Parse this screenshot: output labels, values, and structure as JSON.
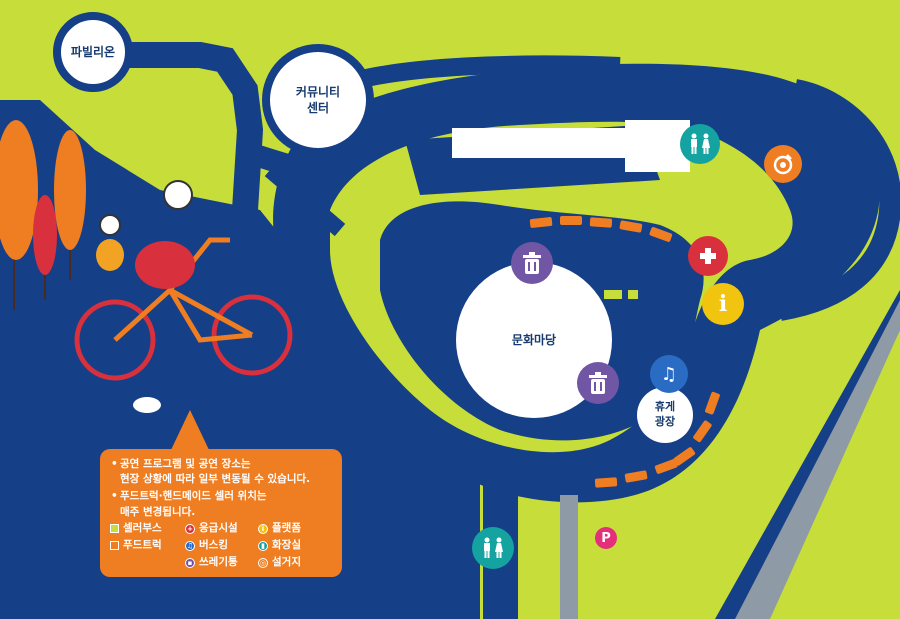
{
  "places": {
    "pavilion": "파빌리온",
    "community_center": "커뮤니티\n센터",
    "culture_plaza": "문화마당",
    "rest_plaza": "휴게\n광장"
  },
  "notice": {
    "lines": [
      "공연 프로그램 및 공연 장소는\n현장 상황에 따라 일부 변동될 수 있습니다.",
      "푸드트럭·핸드메이드 셀러 위치는\n매주 변경됩니다."
    ]
  },
  "legend": {
    "seller_booth": "셀러부스",
    "food_truck": "푸드트럭",
    "emergency": "응급시설",
    "busking": "버스킹",
    "trash": "쓰레기통",
    "platform": "플랫폼",
    "restroom": "화장실",
    "dish_return": "설거지"
  },
  "icons": {
    "trash": "trash-icon",
    "restroom": "restroom-icon",
    "first_aid": "first-aid-icon",
    "info": "info-icon",
    "music": "music-notes-icon",
    "parking": "parking-icon",
    "dish_return": "dish-return-icon"
  },
  "parking_label": "P",
  "info_label": "i",
  "colors": {
    "ground": "#c6dd3a",
    "path": "#153f86",
    "white": "#ffffff",
    "orange": "#ef7d21",
    "purple": "#7256a6",
    "teal": "#14a3a0",
    "red": "#d8303c",
    "yellow": "#f1c40f",
    "blue": "#2a6cc4",
    "pink": "#e4307a",
    "gray": "#8e9aa6"
  }
}
